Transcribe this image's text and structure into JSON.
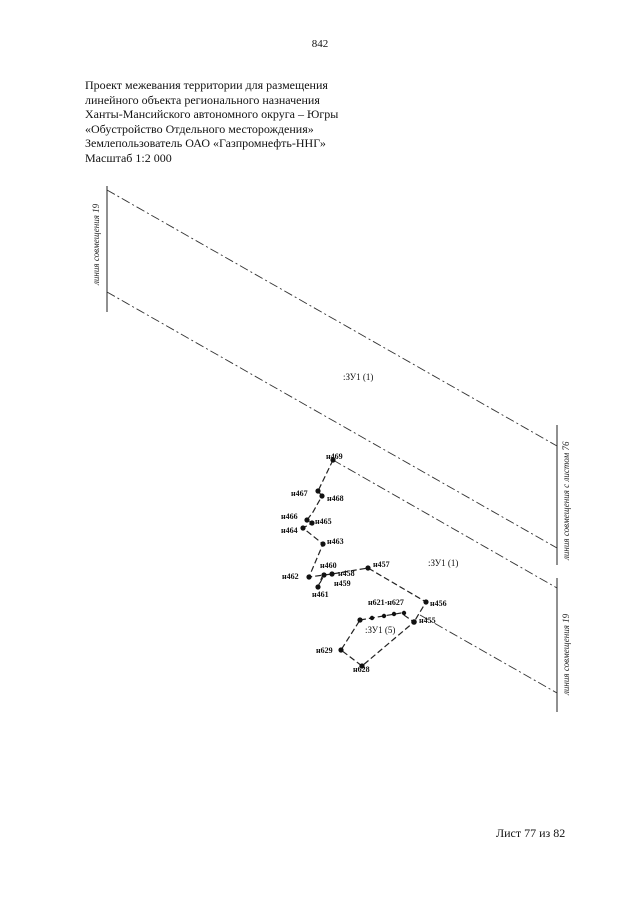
{
  "page_number": "842",
  "title_lines": [
    "Проект межевания территории для размещения",
    "линейного объекта регионального назначения",
    "Ханты-Мансийского автономного округа – Югры",
    "«Обустройство Отдельного месторождения»",
    "Землепользователь ОАО «Газпромнефть-ННГ»",
    "Масштаб 1:2 000"
  ],
  "map": {
    "match_lines": {
      "left": "линия совмещения 19",
      "right_top": "линия совмещения с листом 76",
      "right_bottom": "линия совмещения 19"
    },
    "zones": {
      "zone_top": ":ЗУ1 (1)",
      "zone_mid": ":ЗУ1 (1)",
      "zone_small": ":ЗУ1 (5)"
    },
    "points": {
      "n469": "н469",
      "n467": "н467",
      "n468": "н468",
      "n466": "н466",
      "n465": "н465",
      "n464": "н464",
      "n463": "н463",
      "n460": "н460",
      "n458": "н458",
      "n457": "н457",
      "n462": "н462",
      "n459": "н459",
      "n461": "н461",
      "n621_627": "н621-н627",
      "n456": "н456",
      "n455": "н455",
      "n629": "н629",
      "n628": "н628"
    }
  },
  "sheet_label": "Лист 77 из 82"
}
